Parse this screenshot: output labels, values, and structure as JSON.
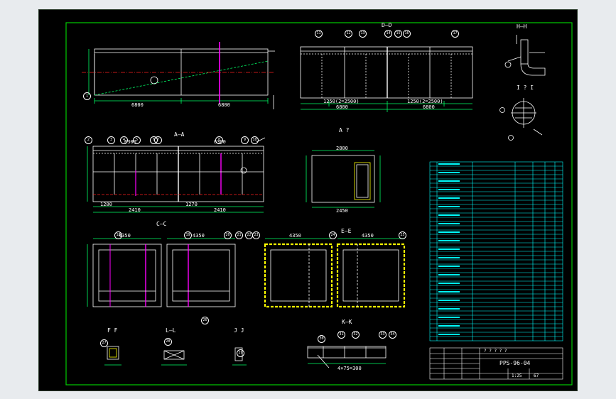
{
  "view_labels": {
    "a_a": "A—A",
    "c_c": "C—C",
    "e_e": "E—E",
    "d_d": "D—D",
    "h_h": "H—H",
    "k_k": "K—K",
    "f_f": "F  F",
    "l_l": "L—L",
    "j_j": "J J",
    "i_i": "I ? I",
    "a_view": "A ?"
  },
  "dimensions": {
    "top_left_1": "6800",
    "top_left_2": "6800",
    "aa_1": "6300",
    "aa_2": "6300",
    "aa_row_a": "1280",
    "aa_row_b": "2410",
    "aa_row_c": "1270",
    "aa_row_d": "2410",
    "dd_left": "6800",
    "dd_right": "6800",
    "dd_sub_left": "1250(2=2500)",
    "dd_sub_right": "1250(2=2500)",
    "side_1": "2800",
    "side_2": "2450",
    "cc_1": "4350",
    "cc_2": "4350",
    "cc_3": "4350",
    "ee_1": "4350",
    "kk_1": "4×75=300"
  },
  "callouts": [
    "1",
    "2",
    "3",
    "4",
    "5",
    "6",
    "7",
    "8",
    "9",
    "10",
    "11",
    "12",
    "13",
    "14",
    "15",
    "16",
    "17",
    "18",
    "19",
    "20",
    "21",
    "22",
    "23",
    "24",
    "25",
    "26",
    "27",
    "28",
    "29",
    "30",
    "31",
    "32",
    "33",
    "34"
  ],
  "title_block": {
    "drawing_no": "PPS-96-04",
    "scale": "1:25",
    "sheet": "67",
    "title_marks": "? ? ? ? ?"
  },
  "bom_rows": 42,
  "colors": {
    "background": "#000000",
    "border": "#00cc00",
    "line": "#ffffff",
    "table": "#00ffff",
    "accent_red": "#ff2020",
    "accent_magenta": "#ff00ff",
    "accent_yellow": "#ffff00",
    "dim": "#00ff66"
  }
}
